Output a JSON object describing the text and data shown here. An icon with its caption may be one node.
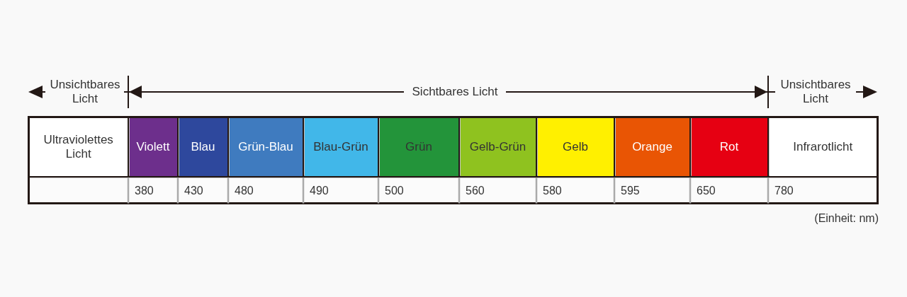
{
  "diagram": {
    "nodes": [
      {
        "text": [
          "Ultraviolettes Licht"
        ]
      },
      {
        "text": [
          "Violett"
        ]
      },
      {
        "text": [
          "Blau"
        ]
      },
      {
        "text": [
          "Grün-Blau"
        ]
      },
      {
        "text": [
          "Blau-Grün"
        ]
      },
      {
        "text": [
          "Grün"
        ]
      },
      {
        "text": [
          "Gelb-Grün"
        ]
      },
      {
        "text": [
          "Gelb"
        ]
      },
      {
        "text": [
          "Orange"
        ]
      },
      {
        "text": [
          "Rot"
        ]
      },
      {
        "text": [
          "Infrarotlicht"
        ]
      }
    ],
    "labels": [
      "Unsichtbares Licht",
      "Sichtbares Licht",
      "Unsichtbares Licht",
      "380",
      "430",
      "480",
      "490",
      "500",
      "560",
      "580",
      "595",
      "650",
      "780",
      "(Einheit: nm)"
    ]
  }
}
